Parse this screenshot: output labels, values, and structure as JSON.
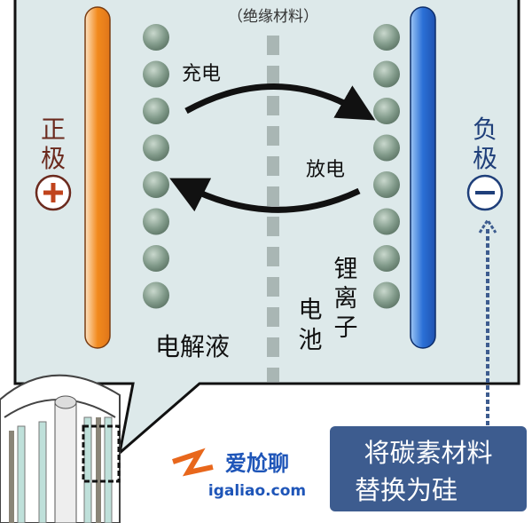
{
  "separator_label": "（绝缘材料）",
  "positive": {
    "label_1": "正",
    "label_2": "极",
    "symbol": "+",
    "color": "#e8841f"
  },
  "negative": {
    "label_1": "负",
    "label_2": "极",
    "symbol": "−",
    "color": "#2a6fd6"
  },
  "charge_label": "充电",
  "discharge_label": "放电",
  "electrolyte_label": "电解液",
  "battery_label": {
    "col1": [
      "电",
      "池"
    ],
    "col2": [
      "锂",
      "离",
      "子"
    ]
  },
  "note_box": {
    "line1": "将碳素材料",
    "line2": "替换为硅",
    "color": "#3d5c8f"
  },
  "watermark": {
    "text": "爱尬聊",
    "url": "igaliao.com"
  },
  "colors": {
    "panel": "#dde9ea",
    "ion": "#7f9a88",
    "separator": "#a9b6b4",
    "text": "#6b2a1e"
  }
}
